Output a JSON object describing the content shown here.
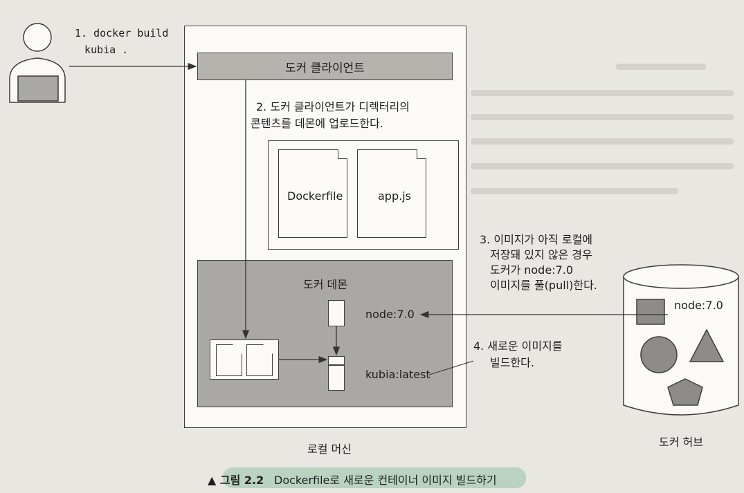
{
  "user_command": {
    "line1": "1. docker build",
    "line2": "kubia ."
  },
  "local_machine": {
    "label": "로컬 머신",
    "client_label": "도커 클라이언트",
    "step2": {
      "line1": "2. 도커 클라이언트가 디렉터리의",
      "line2": "콘텐츠를 데몬에 업로드한다."
    },
    "files": [
      "Dockerfile",
      "app.js"
    ],
    "daemon": {
      "label": "도커 데몬",
      "base_image": "node:7.0",
      "built_image": "kubia:latest"
    }
  },
  "step3": {
    "line1": "3. 이미지가 아직 로컬에",
    "line2": "저장돼 있지 않은 경우",
    "line3": "도커가 node:7.0",
    "line4": "이미지를 풀(pull)한다."
  },
  "step4": {
    "line1": "4. 새로운 이미지를",
    "line2": "빌드한다."
  },
  "docker_hub": {
    "label": "도커 허브",
    "image_label": "node:7.0"
  },
  "figure_caption": {
    "number": "▲ 그림 2.2",
    "text": "Dockerfile로 새로운 컨테이너 이미지 빌드하기"
  },
  "colors": {
    "page": "#e9e7e2",
    "panel": "#fbfaf7",
    "daemon": "#a9a8a4",
    "client": "#b4b3ae",
    "shape_fill": "#8d8c88",
    "caption_highlight": "#8cbea0"
  }
}
